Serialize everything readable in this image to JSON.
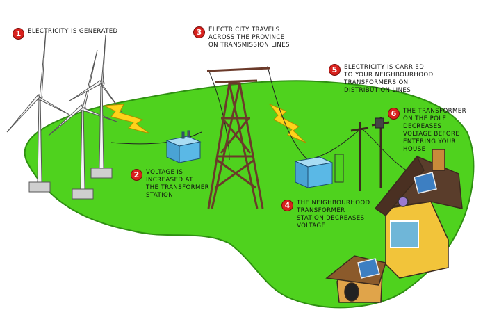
{
  "steps": [
    {
      "num": "1",
      "text": "Electricity is Generated"
    },
    {
      "num": "2",
      "text": "Voltage is\nincreased at\nthe transformer\nstation"
    },
    {
      "num": "3",
      "text": "Electricity travels\nacross the province\non transmission lines"
    },
    {
      "num": "4",
      "text": "The neighbourhood\ntransformer\nstation decreases\nvoltage"
    },
    {
      "num": "5",
      "text": "Electricity is carried\nto your neighbourhood\ntransformers on\ndistribution lines"
    },
    {
      "num": "6",
      "text": "The transformer\non the pole decreases\nvoltage before\nentering your\nhouse"
    }
  ],
  "colors": {
    "grass": "#4fd21e",
    "grass_dark": "#2f8f12",
    "badge": "#d8211d",
    "lightning": "#ffd21a",
    "transformer": "#5ab8e6",
    "tower": "#6b3a2a",
    "house_wall": "#f2c43a",
    "roof": "#5a3d2b"
  },
  "icons": [
    "wind-turbine-icon",
    "lightning-bolt-icon",
    "transformer-icon",
    "transmission-tower-icon",
    "utility-pole-icon",
    "house-icon",
    "doghouse-icon",
    "solar-panel-icon"
  ]
}
